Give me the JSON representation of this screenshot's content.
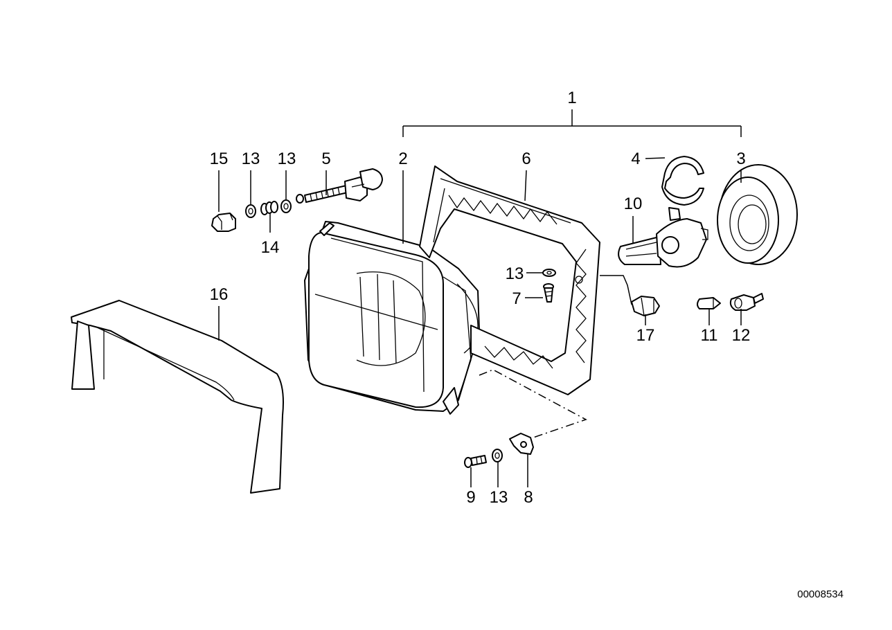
{
  "labels": {
    "p1": "1",
    "p2": "2",
    "p3": "3",
    "p4": "4",
    "p5": "5",
    "p6": "6",
    "p7": "7",
    "p8": "8",
    "p9": "9",
    "p10": "10",
    "p11": "11",
    "p12": "12",
    "p13_a": "13",
    "p13_b": "13",
    "p13_c": "13",
    "p13_d": "13",
    "p14": "14",
    "p15": "15",
    "p16": "16",
    "p17": "17"
  },
  "document_number": "00008534"
}
